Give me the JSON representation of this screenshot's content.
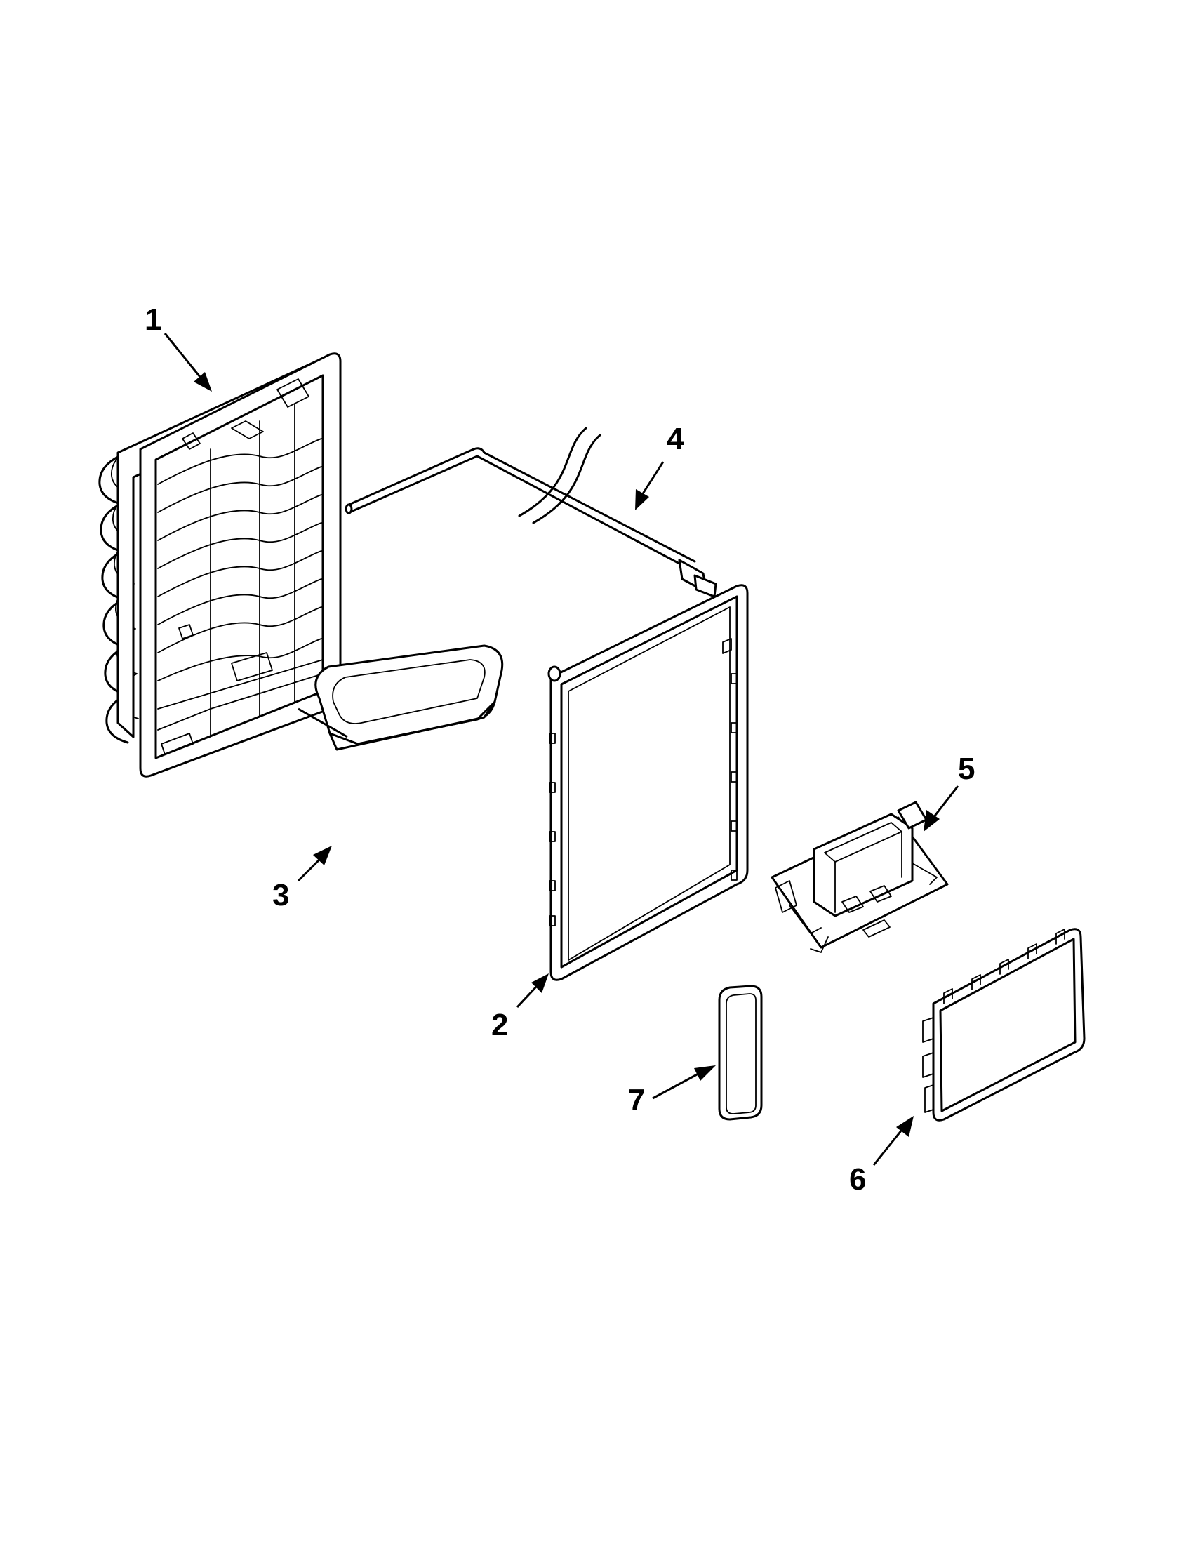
{
  "callouts": [
    {
      "id": "1",
      "text": "1"
    },
    {
      "id": "2",
      "text": "2"
    },
    {
      "id": "3",
      "text": "3"
    },
    {
      "id": "4",
      "text": "4"
    },
    {
      "id": "5",
      "text": "5"
    },
    {
      "id": "6",
      "text": "6"
    },
    {
      "id": "7",
      "text": "7"
    }
  ],
  "colors": {
    "line": "#000000",
    "background": "#ffffff",
    "shade": "#d8d8d8"
  }
}
